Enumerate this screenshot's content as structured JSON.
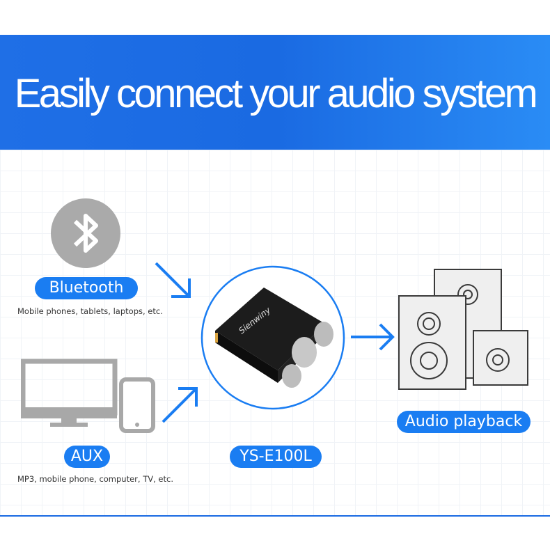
{
  "header": {
    "title": "Easily connect your audio system"
  },
  "sources": [
    {
      "label": "Bluetooth",
      "description": "Mobile phones, tablets, laptops, etc.",
      "icon": "bluetooth-icon"
    },
    {
      "label": "AUX",
      "description": "MP3, mobile phone, computer, TV, etc.",
      "icon": "monitor-phone-icon"
    }
  ],
  "device": {
    "label": "YS-E100L",
    "brand_text": "Sienwiny"
  },
  "output": {
    "label": "Audio playback",
    "icon": "speakers-icon"
  },
  "colors": {
    "accent": "#1a7df2",
    "banner": "#1f6fe6",
    "icon_gray": "#a8a8a8"
  }
}
